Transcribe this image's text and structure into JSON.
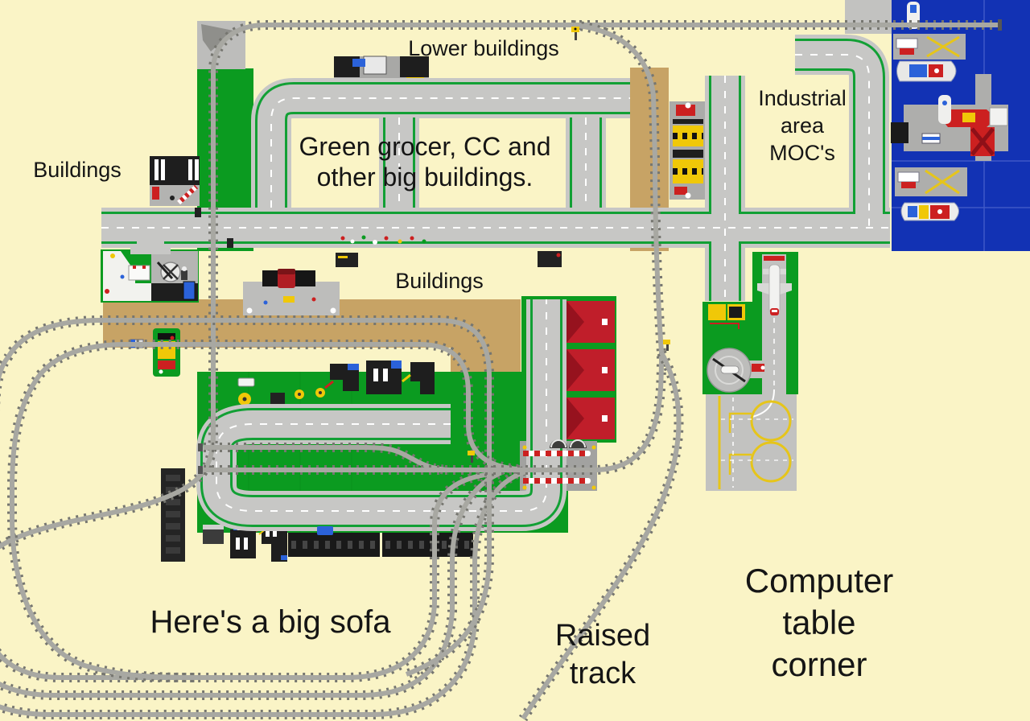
{
  "diagram_type": "lego-train-track-layout-plan",
  "labels": {
    "lower_buildings": {
      "text": "Lower buildings"
    },
    "industrial_area": {
      "lines": [
        "Industrial",
        "area",
        "MOC's"
      ]
    },
    "buildings_left": {
      "text": "Buildings"
    },
    "green_grocer": {
      "lines": [
        "Green grocer, CC and",
        "other big buildings."
      ]
    },
    "buildings_mid": {
      "text": "Buildings"
    },
    "sofa": {
      "text": "Here's a big sofa"
    },
    "raised_track": {
      "lines": [
        "Raised",
        "track"
      ]
    },
    "computer_corner": {
      "lines": [
        "Computer",
        "table",
        "corner"
      ]
    }
  },
  "colors": {
    "background": "#FAF4C6",
    "water": "#1232B4",
    "water_seam": "#3E58C6",
    "plate_green": "#0B9B20",
    "green_seam": "#078A17",
    "road_gray": "#C7C7C5",
    "road_line_green": "#12A035",
    "tan": "#C7A365",
    "track_tie": "#767670",
    "track_rail": "#A8A8A2",
    "dock_gray": "#AEAEAC",
    "shed_red": "#C01E2A",
    "dark": "#1E1E1E",
    "station_gray": "#BDBDBB",
    "plate_gray": "#A8A8A6",
    "runway_gray": "#C2C2C0",
    "mark_yellow": "#E6C51A",
    "red": "#CC2020",
    "blue": "#2B62D9",
    "yellow": "#F0C808",
    "white": "#FFFFFF"
  }
}
